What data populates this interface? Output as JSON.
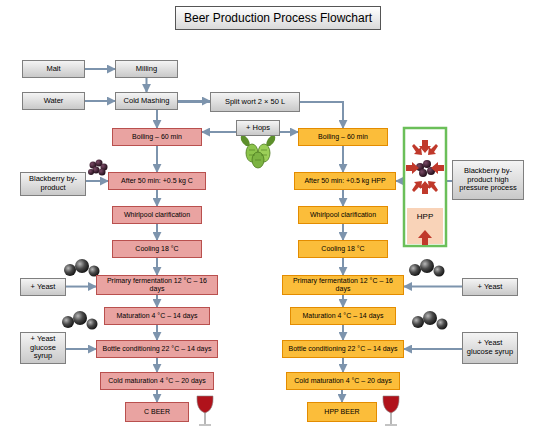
{
  "diagram": {
    "title": "Beer Production Process Flowchart",
    "nodes": [
      {
        "text": [
          "Malt"
        ]
      },
      {
        "text": [
          "Milling"
        ]
      },
      {
        "text": [
          "Water"
        ]
      },
      {
        "text": [
          "Cold Mashing"
        ]
      },
      {
        "text": [
          "Split wort 2 × 50 L"
        ]
      },
      {
        "text": [
          "+ Hops"
        ]
      },
      {
        "text": [
          "Boiling – 60 min"
        ]
      },
      {
        "text": [
          "Boiling – 60 min"
        ]
      },
      {
        "text": [
          "Blackberry by-product"
        ]
      },
      {
        "text": [
          "After 50 min: +0.5 kg C"
        ]
      },
      {
        "text": [
          "After 50 min: +0.5 kg HPP"
        ]
      },
      {
        "text": [
          "Blackberry by-product high pressure process"
        ]
      },
      {
        "text": [
          "Whirlpool clarification"
        ]
      },
      {
        "text": [
          "Whirlpool clarification"
        ]
      },
      {
        "text": [
          "Cooling 18 °C"
        ]
      },
      {
        "text": [
          "Cooling 18 °C"
        ]
      },
      {
        "text": [
          "+ Yeast"
        ]
      },
      {
        "text": [
          "Primary fermentation 12 °C – 16 days"
        ]
      },
      {
        "text": [
          "Primary fermentation 12 °C – 16 days"
        ]
      },
      {
        "text": [
          "+ Yeast"
        ]
      },
      {
        "text": [
          "Maturation 4 °C – 14 days"
        ]
      },
      {
        "text": [
          "Maturation 4 °C – 14 days"
        ]
      },
      {
        "text": [
          "+ Yeast glucose syrup"
        ]
      },
      {
        "text": [
          "Bottle conditioning 22 °C – 14 days"
        ]
      },
      {
        "text": [
          "Bottle conditioning 22 °C – 14 days"
        ]
      },
      {
        "text": [
          "+ Yeast glucose syrup"
        ]
      },
      {
        "text": [
          "Cold maturation 4 °C – 20 days"
        ]
      },
      {
        "text": [
          "Cold maturation 4 °C – 20 days"
        ]
      },
      {
        "text": [
          "C BEER"
        ]
      },
      {
        "text": [
          "HPP BEER"
        ]
      }
    ],
    "edges": [
      {
        "from": 0,
        "to": 1,
        "arrow": "to"
      },
      {
        "from": 2,
        "to": 3,
        "arrow": "to"
      },
      {
        "from": 1,
        "to": 3,
        "arrow": "to"
      },
      {
        "from": 3,
        "to": 4,
        "arrow": "to"
      },
      {
        "from": 4,
        "to": 6,
        "arrow": "to"
      },
      {
        "from": 4,
        "to": 7,
        "arrow": "to"
      },
      {
        "from": 5,
        "to": 6,
        "arrow": "to"
      },
      {
        "from": 5,
        "to": 7,
        "arrow": "to"
      },
      {
        "from": 6,
        "to": 9,
        "arrow": "to"
      },
      {
        "from": 7,
        "to": 10,
        "arrow": "to"
      },
      {
        "from": 8,
        "to": 9,
        "arrow": "to"
      },
      {
        "from": 11,
        "to": 10,
        "arrow": "to"
      },
      {
        "from": 9,
        "to": 12,
        "arrow": "to"
      },
      {
        "from": 10,
        "to": 13,
        "arrow": "to"
      },
      {
        "from": 12,
        "to": 14,
        "arrow": "to"
      },
      {
        "from": 13,
        "to": 15,
        "arrow": "to"
      },
      {
        "from": 14,
        "to": 17,
        "arrow": "to"
      },
      {
        "from": 15,
        "to": 18,
        "arrow": "to"
      },
      {
        "from": 16,
        "to": 17,
        "arrow": "to"
      },
      {
        "from": 19,
        "to": 18,
        "arrow": "to"
      },
      {
        "from": 17,
        "to": 20,
        "arrow": "to"
      },
      {
        "from": 18,
        "to": 21,
        "arrow": "to"
      },
      {
        "from": 20,
        "to": 23,
        "arrow": "to"
      },
      {
        "from": 21,
        "to": 24,
        "arrow": "to"
      },
      {
        "from": 22,
        "to": 23,
        "arrow": "to"
      },
      {
        "from": 25,
        "to": 24,
        "arrow": "to"
      },
      {
        "from": 23,
        "to": 26,
        "arrow": "to"
      },
      {
        "from": 24,
        "to": 27,
        "arrow": "to"
      },
      {
        "from": 26,
        "to": 28,
        "arrow": "to"
      },
      {
        "from": 27,
        "to": 29,
        "arrow": "to"
      }
    ],
    "labels": [
      "HPP"
    ]
  }
}
